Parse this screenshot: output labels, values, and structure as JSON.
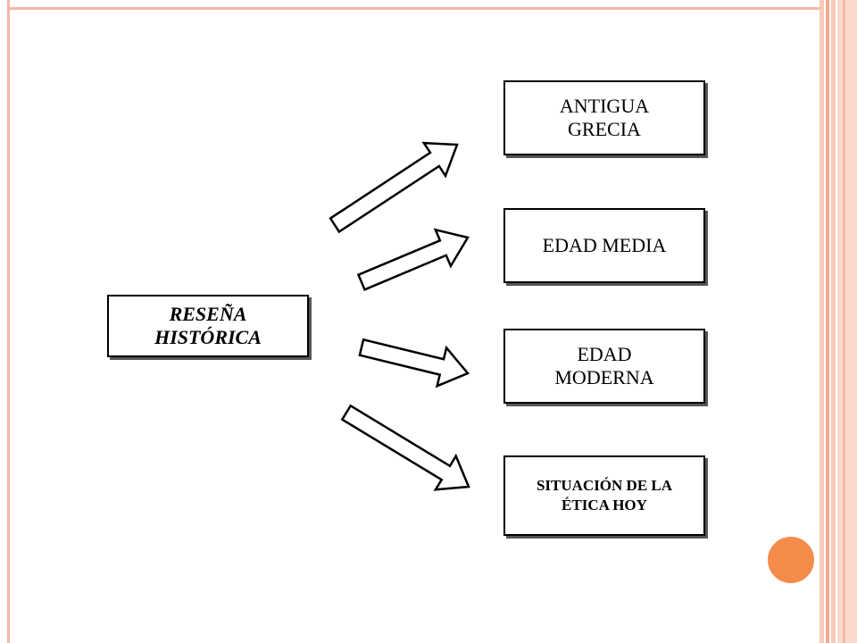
{
  "diagram": {
    "center": {
      "label": "RESEÑA\nHISTÓRICA"
    },
    "branches": [
      {
        "label": "ANTIGUA\nGRECIA"
      },
      {
        "label": "EDAD MEDIA"
      },
      {
        "label": "EDAD\nMODERNA"
      },
      {
        "label": "SITUACIÓN DE LA\nÉTICA HOY"
      }
    ]
  },
  "theme": {
    "accent_dot": "#f58c4b",
    "frame_color": "#f4b8a6"
  }
}
